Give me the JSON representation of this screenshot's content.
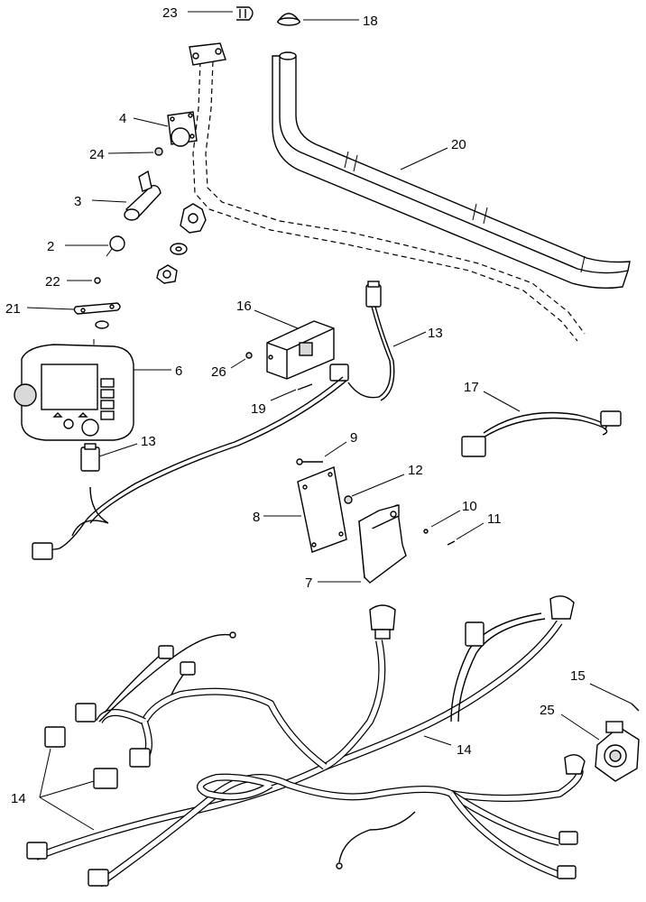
{
  "diagram": {
    "callouts": {
      "c23": "23",
      "c18": "18",
      "c4": "4",
      "c24": "24",
      "c20": "20",
      "c3": "3",
      "c2": "2",
      "c22": "22",
      "c21": "21",
      "c16": "16",
      "c13a": "13",
      "c13b": "13",
      "c6": "6",
      "c26": "26",
      "c19": "19",
      "c17": "17",
      "c9": "9",
      "c12": "12",
      "c8": "8",
      "c10": "10",
      "c11": "11",
      "c7": "7",
      "c15": "15",
      "c25": "25",
      "c14a": "14",
      "c14b": "14"
    }
  }
}
